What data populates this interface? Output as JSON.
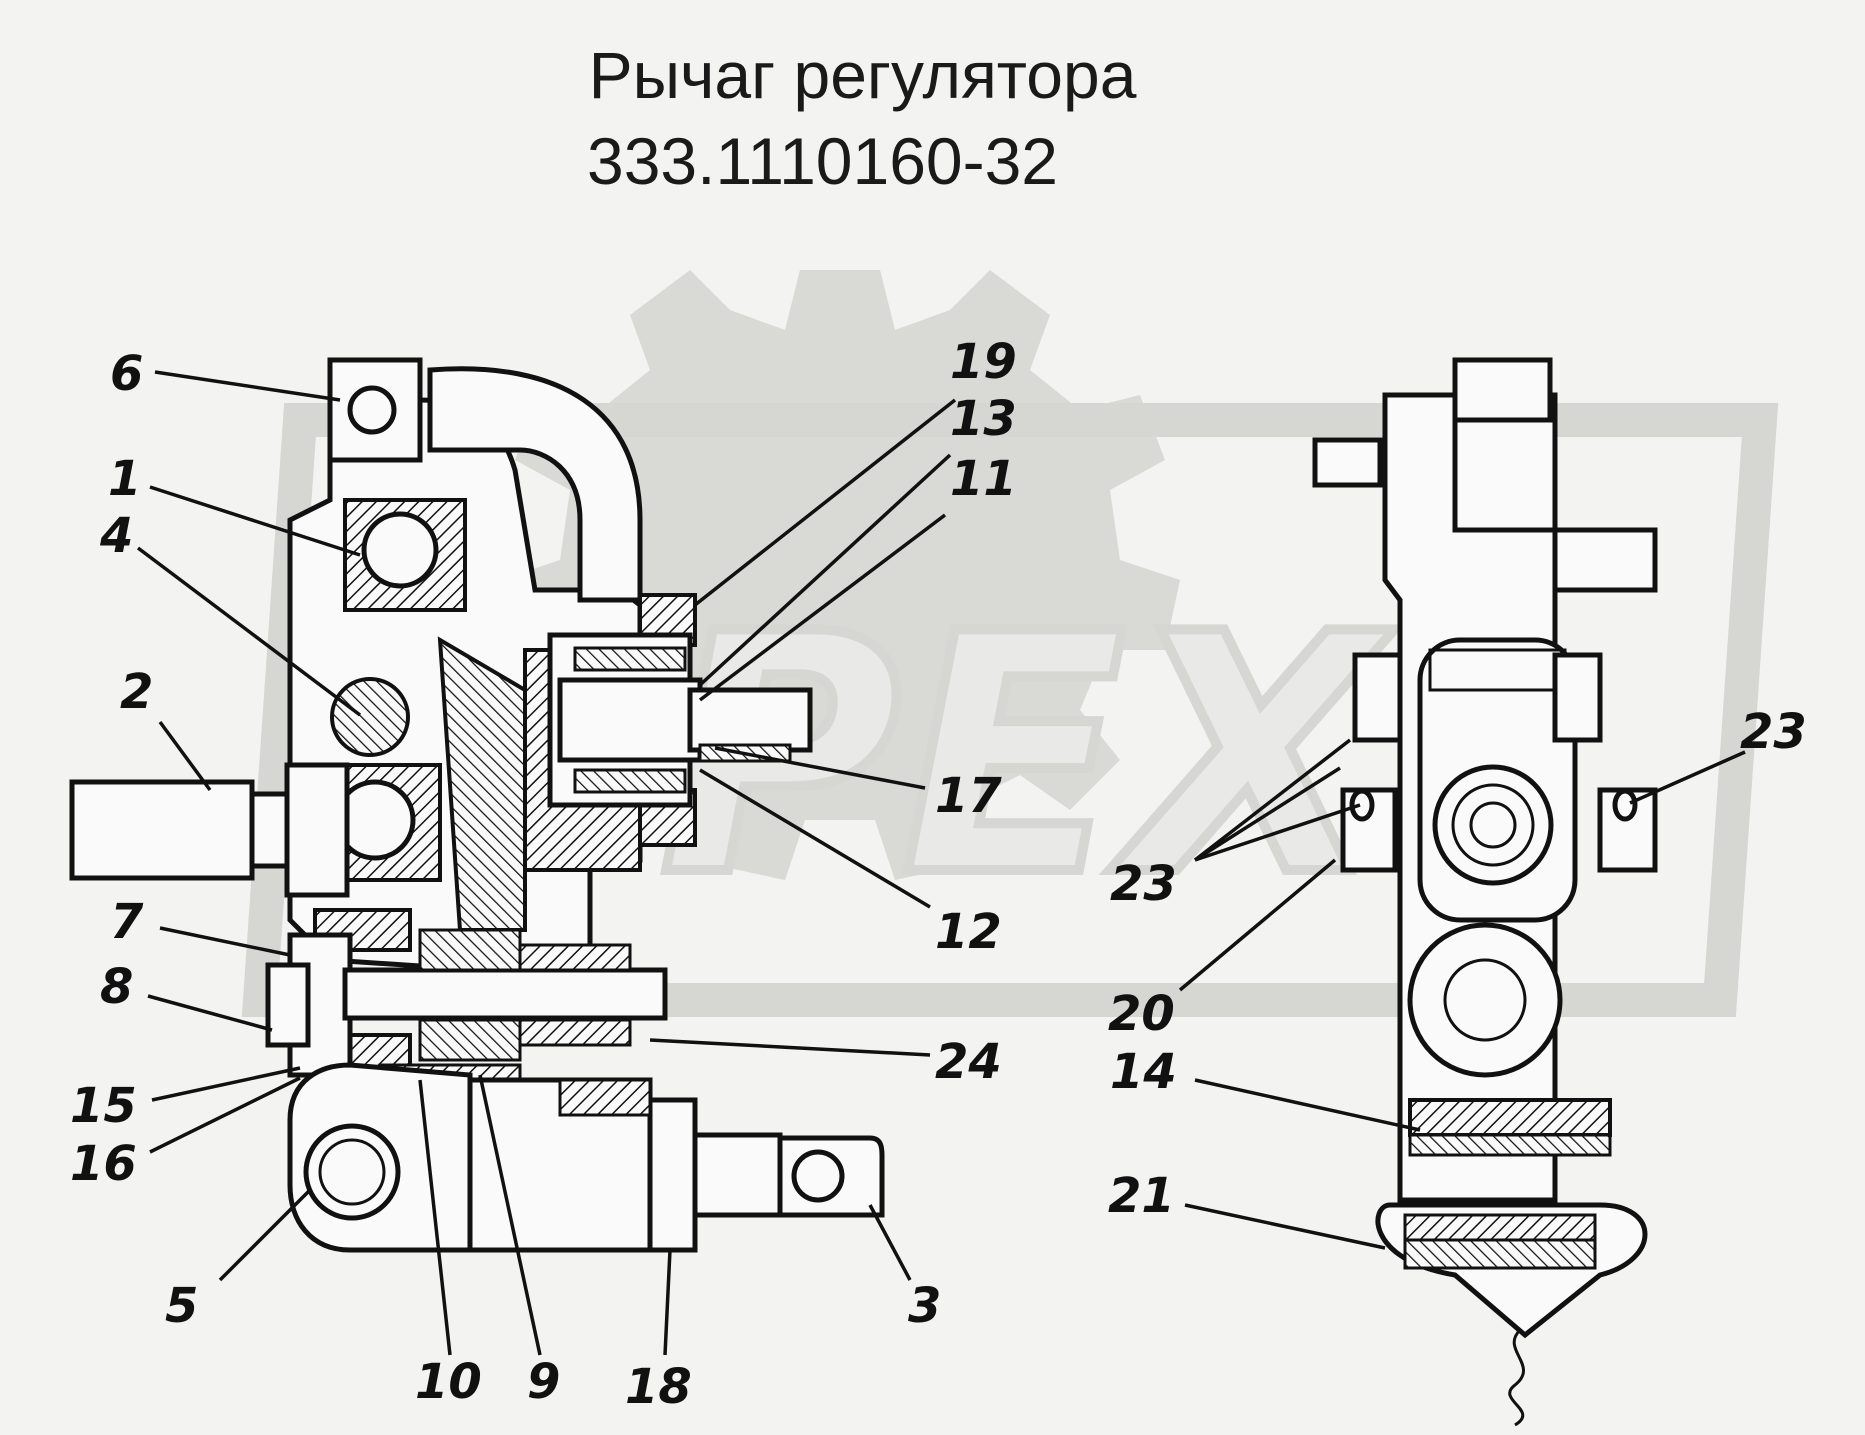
{
  "title": {
    "line1": "Рычаг регулятора",
    "line2": "333.1110160-32"
  },
  "watermark": {
    "text": "PEX",
    "icon": "gear-logo-icon",
    "color": "#d9d9d6"
  },
  "callouts": [
    {
      "id": "c6",
      "label": "6"
    },
    {
      "id": "c1",
      "label": "1"
    },
    {
      "id": "c4",
      "label": "4"
    },
    {
      "id": "c2",
      "label": "2"
    },
    {
      "id": "c7",
      "label": "7"
    },
    {
      "id": "c8",
      "label": "8"
    },
    {
      "id": "c15",
      "label": "15"
    },
    {
      "id": "c16",
      "label": "16"
    },
    {
      "id": "c5",
      "label": "5"
    },
    {
      "id": "c10",
      "label": "10"
    },
    {
      "id": "c9",
      "label": "9"
    },
    {
      "id": "c18",
      "label": "18"
    },
    {
      "id": "c3",
      "label": "3"
    },
    {
      "id": "c24",
      "label": "24"
    },
    {
      "id": "c12",
      "label": "12"
    },
    {
      "id": "c17",
      "label": "17"
    },
    {
      "id": "c11",
      "label": "11"
    },
    {
      "id": "c13",
      "label": "13"
    },
    {
      "id": "c19",
      "label": "19"
    },
    {
      "id": "c23a",
      "label": "23"
    },
    {
      "id": "c23b",
      "label": "23"
    },
    {
      "id": "c20",
      "label": "20"
    },
    {
      "id": "c14",
      "label": "14"
    },
    {
      "id": "c21",
      "label": "21"
    }
  ]
}
